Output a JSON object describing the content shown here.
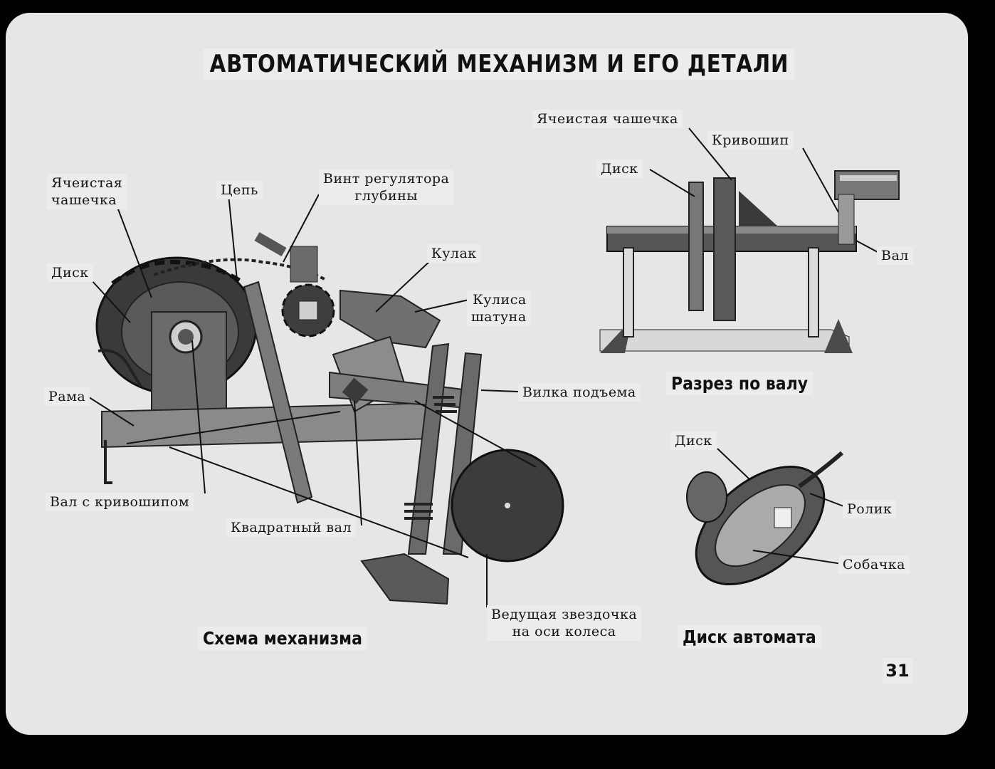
{
  "title": "АВТОМАТИЧЕСКИЙ МЕХАНИЗМ И ЕГО ДЕТАЛИ",
  "page_number": "31",
  "captions": {
    "scheme": "Схема механизма",
    "shaft_section": "Разрез по валу",
    "automat_disk": "Диск автомата"
  },
  "scheme_labels": {
    "cellular_cup_line1": "Ячеистая",
    "cellular_cup_line2": "чашечка",
    "chain": "Цепь",
    "depth_screw_line1": "Винт регулятора",
    "depth_screw_line2": "глубины",
    "disk": "Диск",
    "cam": "Кулак",
    "rocker_line1": "Кулиса",
    "rocker_line2": "шатуна",
    "frame": "Рама",
    "lift_fork": "Вилка подъема",
    "crank_shaft": "Вал с кривошипом",
    "square_shaft": "Квадратный вал",
    "drive_sprocket_line1": "Ведущая звездочка",
    "drive_sprocket_line2": "на оси колеса"
  },
  "section_labels": {
    "cellular_cup": "Ячеистая чашечка",
    "crank": "Кривошип",
    "disk": "Диск",
    "shaft": "Вал"
  },
  "disk_labels": {
    "disk": "Диск",
    "roller": "Ролик",
    "pawl": "Собачка"
  }
}
